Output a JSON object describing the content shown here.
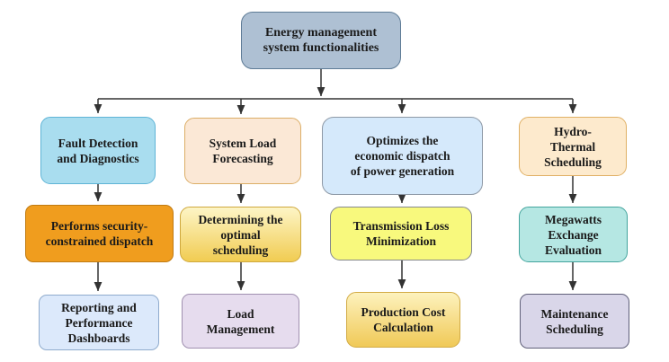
{
  "colors": {
    "arrow": "#333333",
    "text": "#1a1a1a",
    "background": "#ffffff"
  },
  "root": {
    "label": "Energy management\nsystem functionalities",
    "fill": "#aec0d3",
    "fill2": "#aec0d3",
    "border": "#5e7b96"
  },
  "columns": [
    {
      "name": "fault-detection-branch",
      "nodes": [
        {
          "label": "Fault Detection\nand Diagnostics",
          "fill": "#a9ddef",
          "fill2": "#a9ddef",
          "border": "#5fb4d6"
        },
        {
          "label": "Performs security-\nconstrained dispatch",
          "fill": "#f09d1e",
          "fill2": "#f09d1e",
          "border": "#c07b12"
        },
        {
          "label": "Reporting and\nPerformance\nDashboards",
          "fill": "#dce9fb",
          "fill2": "#dce9fb",
          "border": "#8fabcd"
        }
      ]
    },
    {
      "name": "load-forecasting-branch",
      "nodes": [
        {
          "label": "System Load\nForecasting",
          "fill": "#fbe8d6",
          "fill2": "#fbe8d6",
          "border": "#dcae67"
        },
        {
          "label": "Determining the\noptimal\nscheduling",
          "fill": "#fdf5c6",
          "fill2": "#f1cc52",
          "border": "#cfa83d"
        },
        {
          "label": "Load\nManagement",
          "fill": "#e6dcee",
          "fill2": "#e6dcee",
          "border": "#a090b0"
        }
      ]
    },
    {
      "name": "economic-dispatch-branch",
      "nodes": [
        {
          "label": "Optimizes the\neconomic dispatch\nof power generation",
          "fill": "#d5e9fb",
          "fill2": "#d5e9fb",
          "border": "#8e99a6"
        },
        {
          "label": "Transmission Loss\nMinimization",
          "fill": "#f8f97d",
          "fill2": "#f8f97d",
          "border": "#85888d"
        },
        {
          "label": "Production Cost\nCalculation",
          "fill": "#fdf2bd",
          "fill2": "#f0c957",
          "border": "#d2ab45"
        }
      ]
    },
    {
      "name": "hydro-thermal-branch",
      "nodes": [
        {
          "label": "Hydro-\nThermal\nScheduling",
          "fill": "#fdeacd",
          "fill2": "#fdeacd",
          "border": "#e0b065"
        },
        {
          "label": "Megawatts\nExchange\nEvaluation",
          "fill": "#b5e7e3",
          "fill2": "#b5e7e3",
          "border": "#43a49d"
        },
        {
          "label": "Maintenance\nScheduling",
          "fill": "#d9d6e9",
          "fill2": "#d9d6e9",
          "border": "#60607a"
        }
      ]
    }
  ]
}
